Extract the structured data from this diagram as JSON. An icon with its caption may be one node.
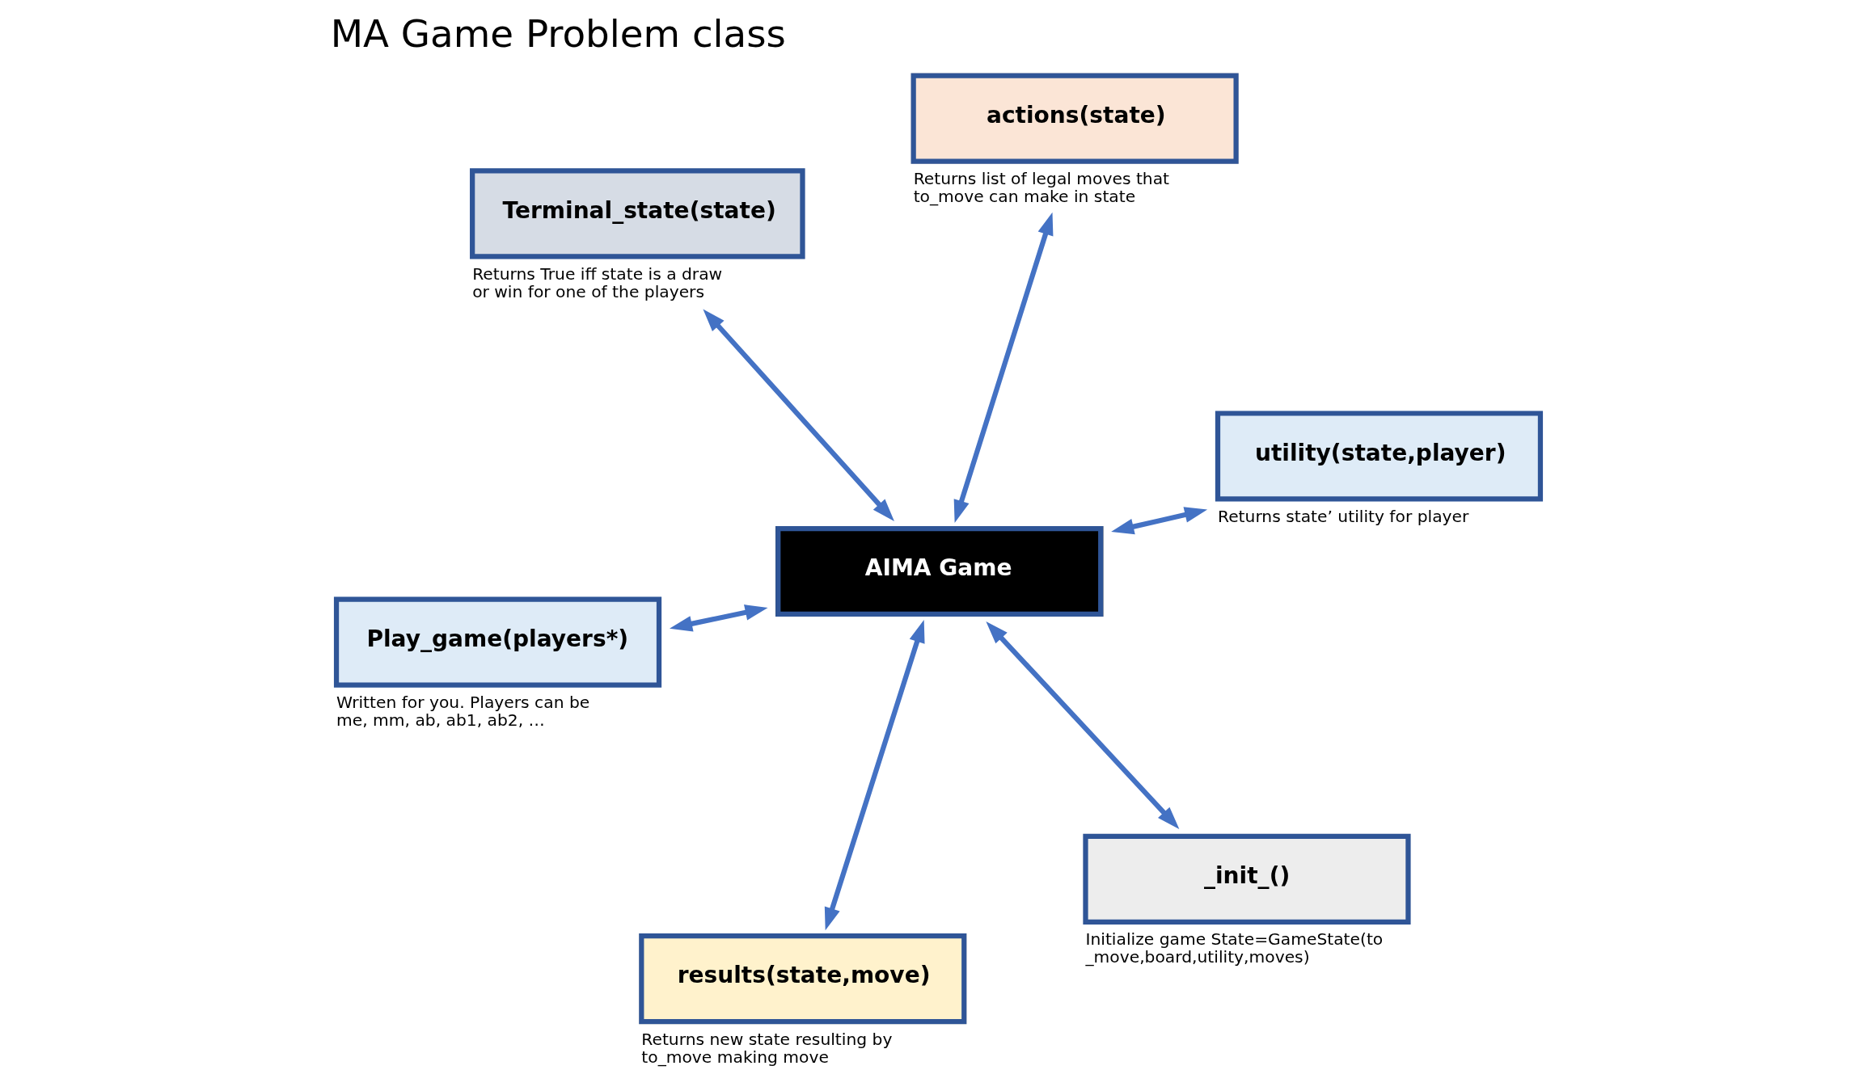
{
  "diagram": {
    "title": "MA Game Problem class",
    "nodes": [
      {
        "text": [
          "Play_game(players*)"
        ],
        "beside": [
          "Written for you. Players can be me, mm, ab, ab1, ab2, …"
        ]
      },
      {
        "text": [
          "_init_()"
        ],
        "beside": [
          "Initialize game State=GameState(to_move,board,utility,moves)"
        ]
      },
      {
        "text": [
          "AIMA Game"
        ]
      },
      {
        "text": [
          "Terminal_state(state)"
        ],
        "beside": [
          "Returns True iff state is a draw or win for one of the players"
        ]
      },
      {
        "text": [
          "utility(state,player)"
        ],
        "beside": [
          "Returns state’ utility for player"
        ]
      },
      {
        "text": [
          "actions(state)"
        ],
        "beside": [
          "Returns list of legal moves that to_move can make in state"
        ]
      },
      {
        "text": [
          "results(state,move)"
        ],
        "beside": [
          "Returns new state resulting by to_move making move"
        ]
      }
    ],
    "edges": [
      {
        "from": 2,
        "to": 0,
        "arrow": "both"
      },
      {
        "from": 2,
        "to": 1,
        "arrow": "both"
      },
      {
        "from": 2,
        "to": 3,
        "arrow": "both"
      },
      {
        "from": 2,
        "to": 4,
        "arrow": "both"
      },
      {
        "from": 2,
        "to": 5,
        "arrow": "both"
      },
      {
        "from": 2,
        "to": 6,
        "arrow": "both"
      }
    ]
  }
}
